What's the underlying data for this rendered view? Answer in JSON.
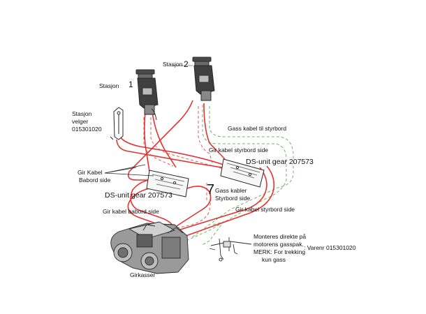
{
  "labels": {
    "station_1_word": "Stasjon",
    "station_1_num": "1",
    "station_2_word": "Stasjon",
    "station_2_num": "2",
    "station_selector_line1": "Stasjon",
    "station_selector_line2": "velger",
    "station_selector_line3": "015301020",
    "gas_cable_starboard": "Gass kabel til styrbord",
    "gear_cable_starboard_side_top": "Gir kabel styrbord side",
    "ds_unit_right": "DS-unit gear 207573",
    "gear_cable_port_line1": "Gir Kabel",
    "gear_cable_port_line2": "Babord side",
    "gas_cables_line1": "Gass kabler",
    "gas_cables_line2": "Styrbord side",
    "ds_unit_left": "DS-unit gear 207573",
    "gear_cable_port_side": "Gir kabel babord side",
    "gear_cable_starboard_side_bottom": "Gir kabel styrbord side",
    "mount_note_line1": "Monteres direkte på",
    "mount_note_line2": "motorens gasspak.",
    "mount_note_line3": "MERK: For trekking",
    "mount_note_line4": "kun gass",
    "item_number": ": Varenr 015301020",
    "gearboxes": "Girkasser",
    "marker_seven": "7"
  },
  "colors": {
    "gear_cable": "#e5312f",
    "gas_cable_starboard": "#6fb565",
    "gas_cable_dashed_red": "#ea5a55",
    "line_art": "#2a2a2a"
  }
}
